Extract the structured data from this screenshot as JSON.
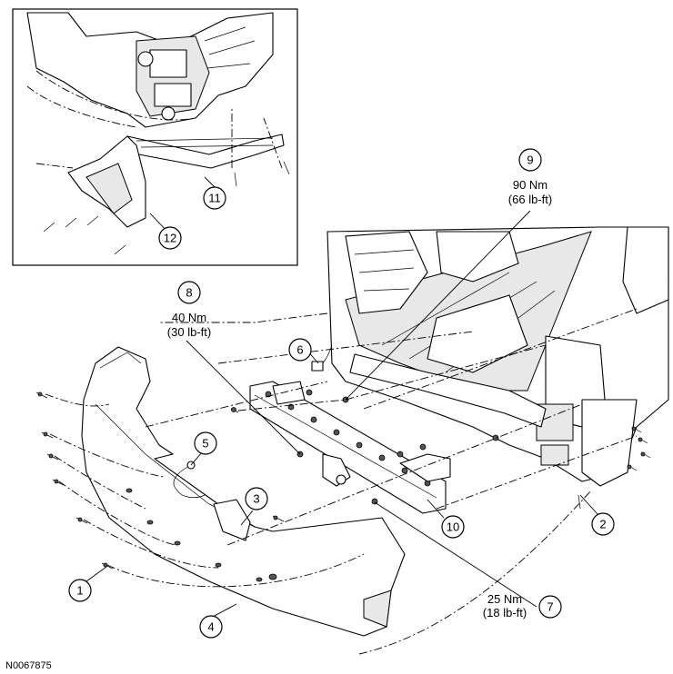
{
  "figure_id": "N0067875",
  "callouts": [
    {
      "num": "1"
    },
    {
      "num": "2"
    },
    {
      "num": "3"
    },
    {
      "num": "4"
    },
    {
      "num": "5"
    },
    {
      "num": "6"
    },
    {
      "num": "7",
      "torque_nm": "25 Nm",
      "torque_lbft": "(18 lb-ft)"
    },
    {
      "num": "8",
      "torque_nm": "40 Nm",
      "torque_lbft": "(30 lb-ft)"
    },
    {
      "num": "9",
      "torque_nm": "90 Nm",
      "torque_lbft": "(66 lb-ft)"
    },
    {
      "num": "10"
    },
    {
      "num": "11"
    },
    {
      "num": "12"
    }
  ]
}
